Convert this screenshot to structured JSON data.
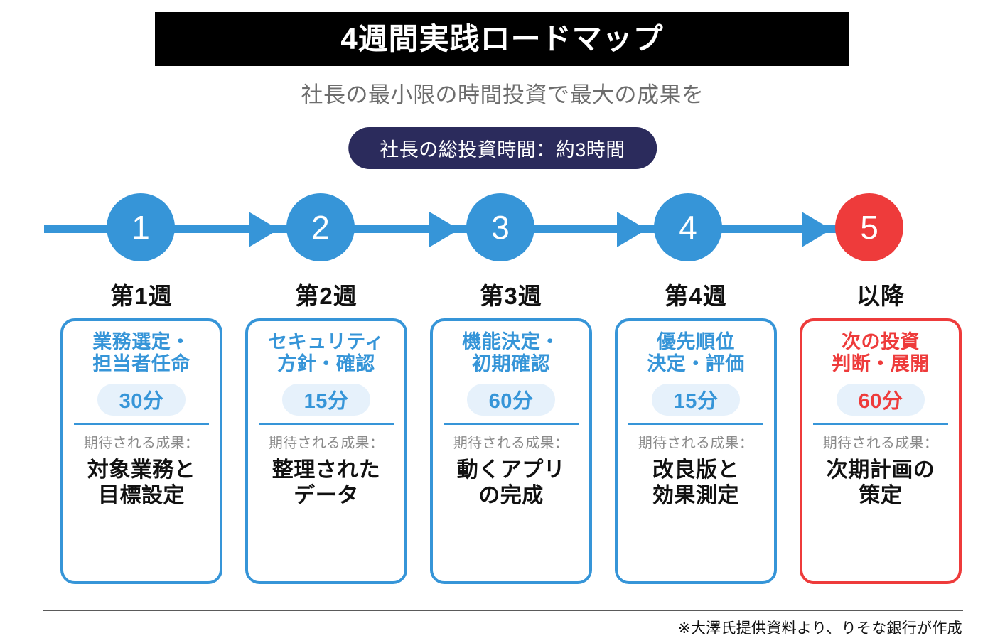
{
  "header": {
    "title": "4週間実践ロードマップ",
    "subtitle": "社長の最小限の時間投資で最大の成果を",
    "total_time_badge": "社長の総投資時間：約3時間"
  },
  "colors": {
    "accent_blue": "#3695d8",
    "accent_red": "#ee3b3b",
    "badge_navy": "#2b2b5c",
    "pill_bg": "#e6f1fb",
    "title_bar": "#000000",
    "subtitle_gray": "#6d6d6d",
    "label_gray": "#8a8a8a"
  },
  "timeline": {
    "steps": [
      {
        "number": "1",
        "color": "#3695d8"
      },
      {
        "number": "2",
        "color": "#3695d8"
      },
      {
        "number": "3",
        "color": "#3695d8"
      },
      {
        "number": "4",
        "color": "#3695d8"
      },
      {
        "number": "5",
        "color": "#ee3b3b"
      }
    ]
  },
  "outcome_label": "期待される成果：",
  "cards": [
    {
      "week": "第1週",
      "title": "業務選定・\n担当者任命",
      "title_line1": "業務選定・",
      "title_line2": "担当者任命",
      "duration": "30分",
      "outcome_line1": "対象業務と",
      "outcome_line2": "目標設定",
      "accent": "blue"
    },
    {
      "week": "第2週",
      "title": "セキュリティ\n方針・確認",
      "title_line1": "セキュリティ",
      "title_line2": "方針・確認",
      "duration": "15分",
      "outcome_line1": "整理された",
      "outcome_line2": "データ",
      "accent": "blue"
    },
    {
      "week": "第3週",
      "title": "機能決定・\n初期確認",
      "title_line1": "機能決定・",
      "title_line2": "初期確認",
      "duration": "60分",
      "outcome_line1": "動くアプリ",
      "outcome_line2": "の完成",
      "accent": "blue"
    },
    {
      "week": "第4週",
      "title": "優先順位\n決定・評価",
      "title_line1": "優先順位",
      "title_line2": "決定・評価",
      "duration": "15分",
      "outcome_line1": "改良版と",
      "outcome_line2": "効果測定",
      "accent": "blue"
    },
    {
      "week": "以降",
      "title": "次の投資\n判断・展開",
      "title_line1": "次の投資",
      "title_line2": "判断・展開",
      "duration": "60分",
      "outcome_line1": "次期計画の",
      "outcome_line2": "策定",
      "accent": "red"
    }
  ],
  "footer": {
    "note": "※大澤氏提供資料より、りそな銀行が作成"
  }
}
